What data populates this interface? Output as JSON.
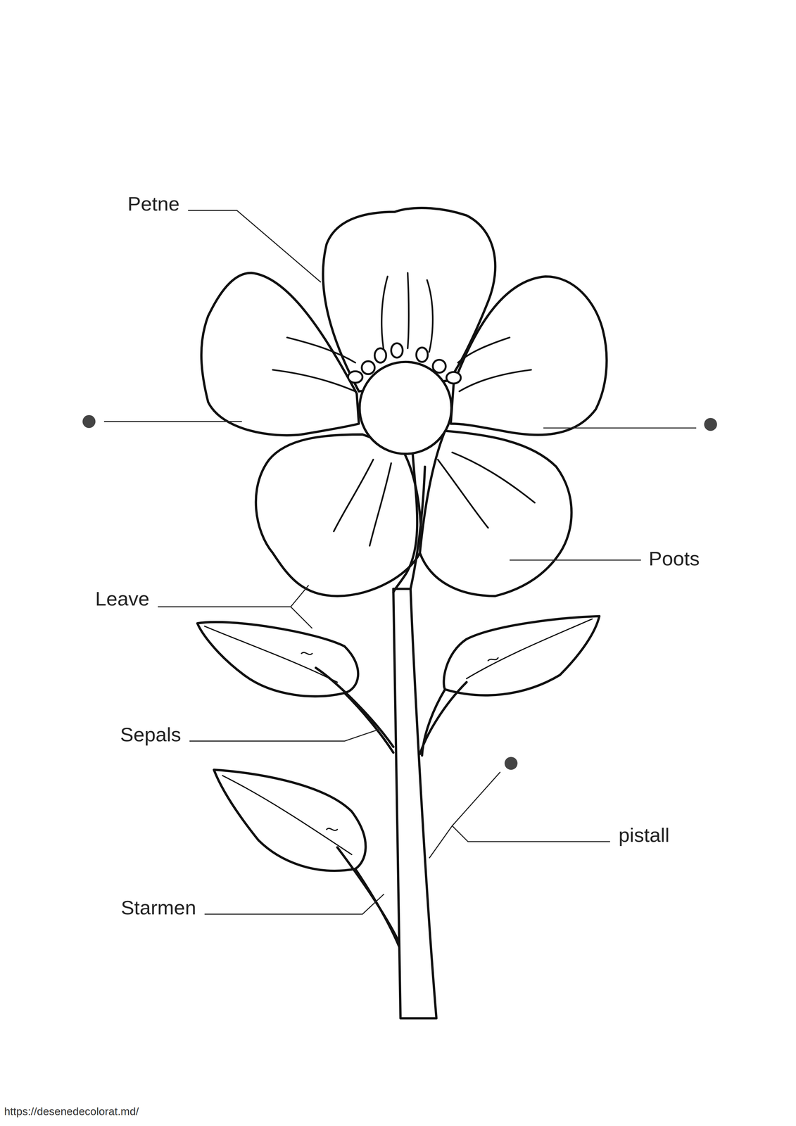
{
  "diagram": {
    "labels": [
      "Petne",
      "Poots",
      "Leave",
      "Sepals",
      "pistall",
      "Starmen",
      "https://desenedecolorat.md/"
    ]
  }
}
